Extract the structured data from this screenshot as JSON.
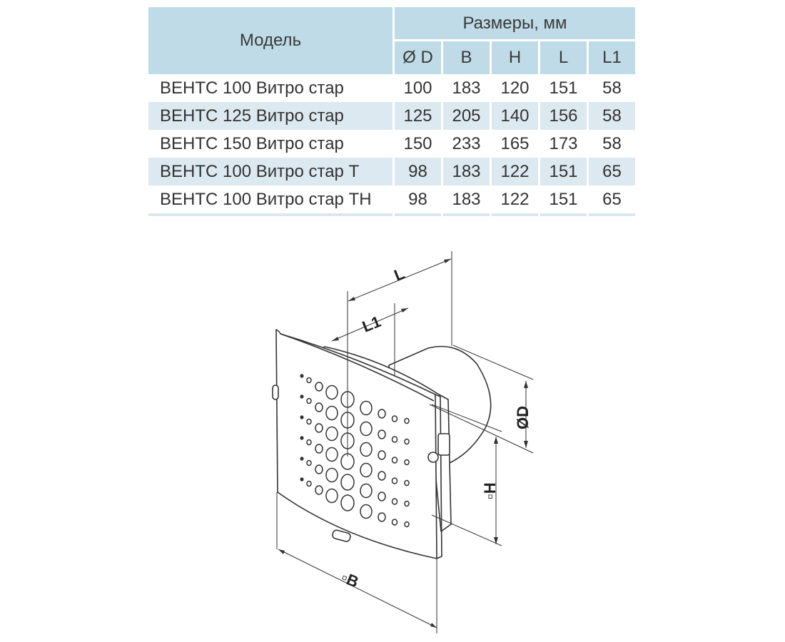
{
  "table": {
    "header_model": "Модель",
    "header_group": "Размеры, мм",
    "columns": [
      "Ø D",
      "B",
      "H",
      "L",
      "L1"
    ],
    "rows": [
      {
        "model": "ВЕНТС 100 Витро стар",
        "values": [
          "100",
          "183",
          "120",
          "151",
          "58"
        ]
      },
      {
        "model": "ВЕНТС 125 Витро стар",
        "values": [
          "125",
          "205",
          "140",
          "156",
          "58"
        ]
      },
      {
        "model": "ВЕНТС 150 Витро стар",
        "values": [
          "150",
          "233",
          "165",
          "173",
          "58"
        ]
      },
      {
        "model": "ВЕНТС 100 Витро стар Т",
        "values": [
          "98",
          "183",
          "122",
          "151",
          "65"
        ]
      },
      {
        "model": "ВЕНТС 100 Витро стар ТН",
        "values": [
          "98",
          "183",
          "122",
          "151",
          "65"
        ]
      }
    ]
  },
  "drawing": {
    "label_L": "L",
    "label_L1": "L1",
    "label_D": "ØD",
    "label_H": "▫H",
    "label_B": "▫B"
  },
  "colors": {
    "header": "#bfdbe7",
    "row_shade": "#dde9f0"
  }
}
